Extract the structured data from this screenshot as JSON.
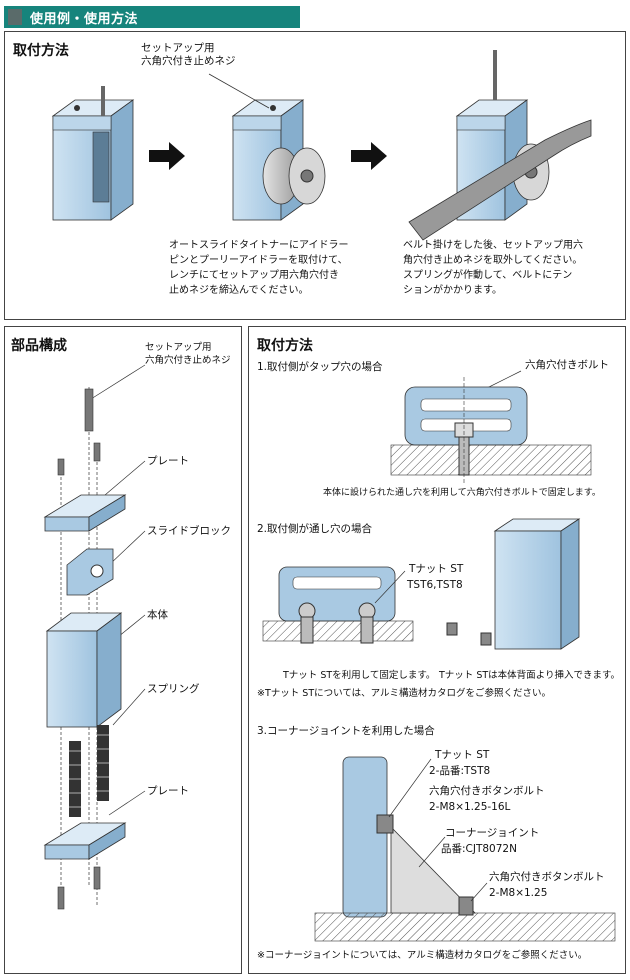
{
  "header": {
    "title": "使用例・使用方法"
  },
  "top": {
    "title": "取付方法",
    "set_screw_label": "セットアップ用\n六角穴付き止めネジ",
    "desc_left": "オートスライドタイトナーにアイドラー\nピンとプーリーアイドラーを取付けて、\nレンチにてセットアップ用六角穴付き\n止めネジを締込んでください。",
    "desc_right": "ベルト掛けをした後、セットアップ用六\n角穴付き止めネジを取外してください。\nスプリングが作動して、ベルトにテン\nションがかかります。"
  },
  "parts": {
    "title": "部品構成",
    "labels": {
      "set_screw": "セットアップ用\n六角穴付き止めネジ",
      "plate_top": "プレート",
      "slide_block": "スライドブロック",
      "body": "本体",
      "spring": "スプリング",
      "plate_bottom": "プレート"
    }
  },
  "mount": {
    "title": "取付方法",
    "case1": {
      "heading": "1.取付側がタップ穴の場合",
      "bolt_label": "六角穴付きボルト",
      "caption": "本体に設けられた通し穴を利用して六角穴付きボルトで固定します。"
    },
    "case2": {
      "heading": "2.取付側が通し穴の場合",
      "tnut_label": "Tナット ST",
      "tnut_models": "TST6,TST8",
      "caption_left": "Tナット STを利用して固定します。",
      "caption_right": "Tナット STは本体背面より挿入できます。",
      "note": "※Tナット STについては、アルミ構造材カタログをご参照ください。"
    },
    "case3": {
      "heading": "3.コーナージョイントを利用した場合",
      "tnut": "Tナット ST",
      "tnut_part": "2-品番:TST8",
      "button_bolt1": "六角穴付きボタンボルト",
      "button_bolt1_spec": "2-M8×1.25-16L",
      "corner_joint": "コーナージョイント",
      "corner_joint_part": "品番:CJT8072N",
      "button_bolt2": "六角穴付きボタンボルト",
      "button_bolt2_spec": "2-M8×1.25",
      "note": "※コーナージョイントについては、アルミ構造材カタログをご参照ください。"
    }
  }
}
